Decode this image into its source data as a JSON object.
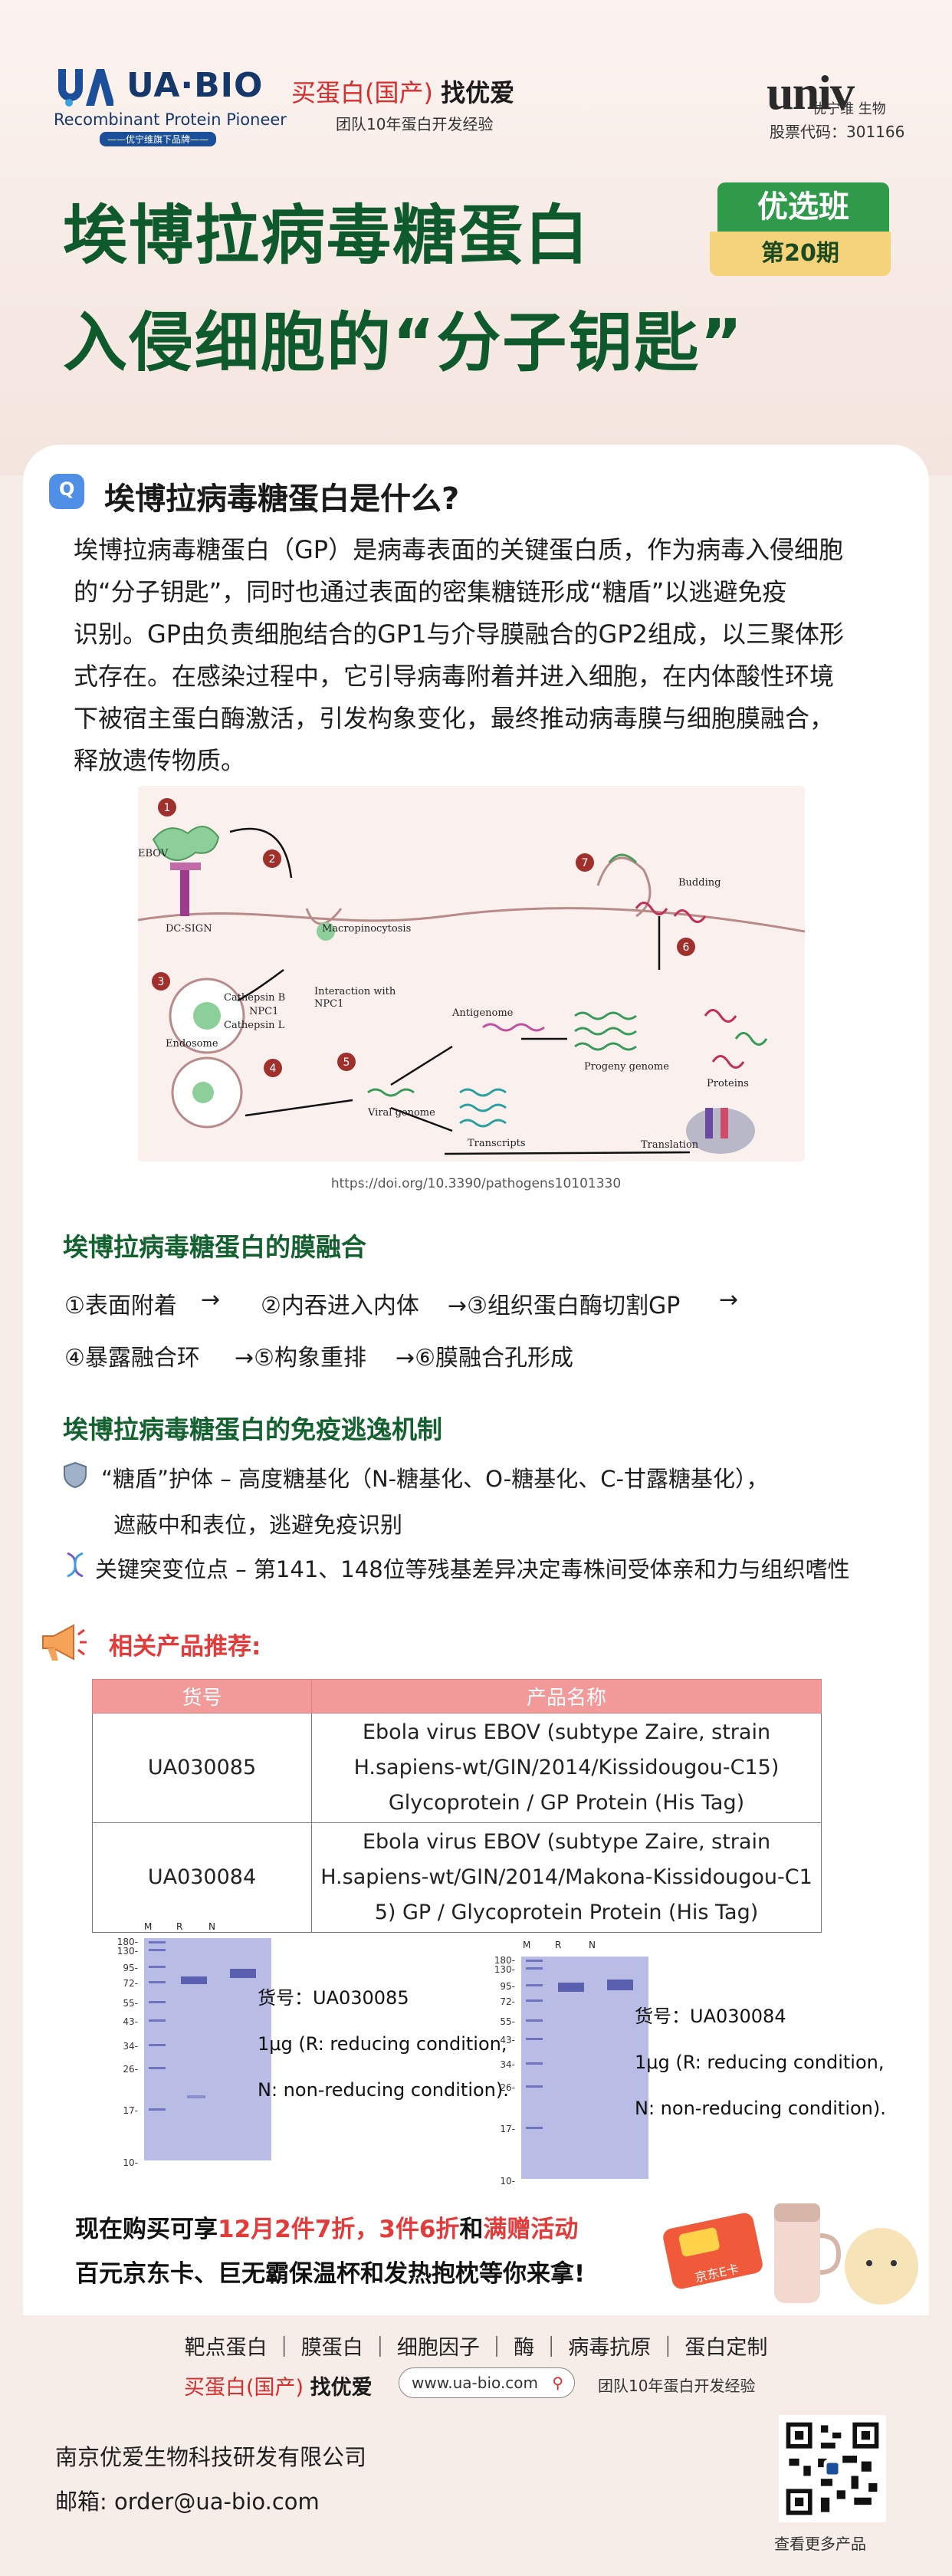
{
  "header": {
    "brand": "UA·BIO",
    "brand_sub": "Recombinant Protein Pioneer",
    "brand_tag": "——优宁维旗下品牌——",
    "slogan_red": "买蛋白(国产)",
    "slogan_black": "找优爱",
    "slogan_sub": "团队10年蛋白开发经验",
    "partner_logo": "univ",
    "partner_sub": "优宁维 生物",
    "stock_code": "股票代码：301166"
  },
  "title": {
    "line1": "埃博拉病毒糖蛋白",
    "line2": "入侵细胞的“分子钥匙”",
    "badge": "优选班",
    "issue": "第20期"
  },
  "section1": {
    "icon": "Q",
    "heading": "埃博拉病毒糖蛋白是什么?",
    "lines": [
      "埃博拉病毒糖蛋白（GP）是病毒表面的关键蛋白质，作为病毒入侵细胞",
      "的“分子钥匙”，同时也通过表面的密集糖链形成“糖盾”以逃避免疫",
      "识别。GP由负责细胞结合的GP1与介导膜融合的GP2组成，以三聚体形",
      "式存在。在感染过程中，它引导病毒附着并进入细胞，在内体酸性环境",
      "下被宿主蛋白酶激活，引发构象变化，最终推动病毒膜与细胞膜融合，",
      "释放遗传物质。"
    ]
  },
  "diagram": {
    "labels": {
      "ebov": "EBOV",
      "dcsign": "DC-SIGN",
      "macro": "Macropinocytosis",
      "cathb": "Cathepsin B",
      "npc1": "NPC1",
      "cathl": "Cathepsin L",
      "endosome": "Endosome",
      "interaction": "Interaction with",
      "interaction2": "NPC1",
      "antigenome": "Antigenome",
      "progeny": "Progeny genome",
      "viral": "Viral genome",
      "transcripts": "Transcripts",
      "budding": "Budding",
      "proteins": "Proteins",
      "translation": "Translation"
    },
    "steps": [
      "1",
      "2",
      "3",
      "4",
      "5",
      "6",
      "7"
    ]
  },
  "doi": "https://doi.org/10.3390/pathogens10101330",
  "section2": {
    "heading": "埃博拉病毒糖蛋白的膜融合",
    "row1": [
      "①表面附着",
      "→",
      "②内吞进入内体",
      "→③组织蛋白酶切割GP",
      "→"
    ],
    "row2": [
      "④暴露融合环",
      "→⑤构象重排",
      "→⑥膜融合孔形成"
    ]
  },
  "section3": {
    "heading": "埃博拉病毒糖蛋白的免疫逃逸机制",
    "item1": "“糖盾”护体 – 高度糖基化（N-糖基化、O-糖基化、C-甘露糖基化），",
    "item1b": "遮蔽中和表位，逃避免疫识别",
    "item2": "关键突变位点 – 第141、148位等残基差异决定毒株间受体亲和力与组织嗜性"
  },
  "recommend": {
    "heading": "相关产品推荐:",
    "columns": [
      "货号",
      "产品名称"
    ],
    "rows": [
      {
        "code": "UA030085",
        "name": [
          "Ebola virus EBOV (subtype Zaire, strain",
          "H.sapiens-wt/GIN/2014/Kissidougou-C15)",
          "Glycoprotein / GP Protein (His Tag)"
        ]
      },
      {
        "code": "UA030084",
        "name": [
          "Ebola virus EBOV (subtype Zaire, strain",
          "H.sapiens-wt/GIN/2014/Makona-Kissidougou-C1",
          "5) GP / Glycoprotein Protein (His Tag)"
        ]
      }
    ]
  },
  "gels": [
    {
      "code_label": "货号：UA030085",
      "amount": "1μg (R: reducing condition,",
      "cond": "N: non-reducing condition).",
      "lanes": [
        "M",
        "R",
        "N"
      ],
      "markers": [
        "180-",
        "130-",
        "95-",
        "72-",
        "55-",
        "43-",
        "34-",
        "26-",
        "17-",
        "10-"
      ]
    },
    {
      "code_label": "货号：UA030084",
      "amount": "1μg (R: reducing condition,",
      "cond": "N: non-reducing condition).",
      "lanes": [
        "M",
        "R",
        "N"
      ],
      "markers": [
        "180-",
        "130-",
        "95-",
        "72-",
        "55-",
        "43-",
        "34-",
        "26-",
        "17-",
        "10-"
      ]
    }
  ],
  "promo": {
    "line1_a": "现在购买可享",
    "line1_b": "12月2件7折，3件6折",
    "line1_c": "和",
    "line1_d": "满赠活动",
    "line2": "百元京东卡、巨无霸保温杯和发热抱枕等你来拿!",
    "card_text": "京东E卡"
  },
  "footer": {
    "cats": "靶点蛋白 ｜ 膜蛋白 ｜ 细胞因子 ｜ 酶 ｜ 病毒抗原 ｜ 蛋白定制",
    "slogan_red": "买蛋白(国产)",
    "slogan_black": "找优爱",
    "url": "www.ua-bio.com",
    "team": "团队10年蛋白开发经验",
    "company": "南京优爱生物科技研发有限公司",
    "email": "邮箱: order@ua-bio.com",
    "qr_caption": "查看更多产品"
  },
  "colors": {
    "title_green": "#0e5a2c",
    "accent_red": "#e33a3a",
    "table_head": "#f29a9a",
    "badge_green": "#2f9a4a",
    "badge_yellow": "#f4d37a"
  }
}
